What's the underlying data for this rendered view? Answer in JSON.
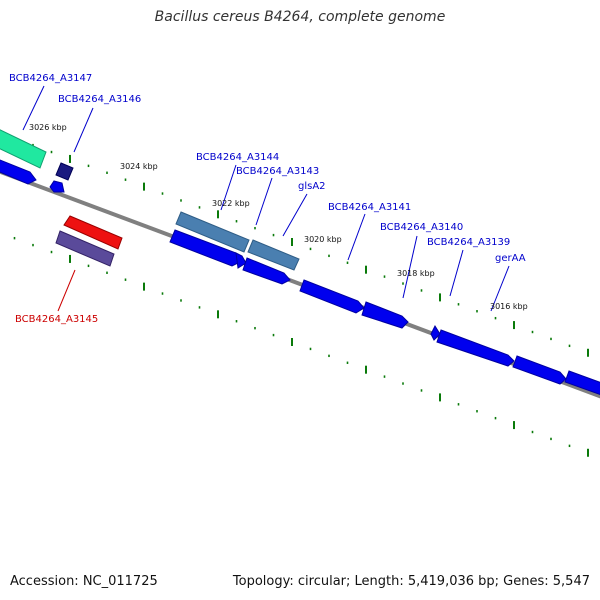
{
  "title": "Bacillus cereus B4264, complete genome",
  "footer": {
    "accession": "Accession: NC_011725",
    "summary": "Topology: circular; Length: 5,419,036 bp; Genes: 5,547"
  },
  "colors": {
    "backbone": "#808080",
    "cds": "#0000ee",
    "label_blue": "#0000cc",
    "label_red": "#cc0000",
    "tick": "#0a7a0a"
  },
  "genes": [
    {
      "name": "BCB4264_A3147",
      "color": "#0000cc"
    },
    {
      "name": "BCB4264_A3146",
      "color": "#0000cc"
    },
    {
      "name": "BCB4264_A3144",
      "color": "#0000cc"
    },
    {
      "name": "BCB4264_A3143",
      "color": "#0000cc"
    },
    {
      "name": "glsA2",
      "color": "#0000cc"
    },
    {
      "name": "BCB4264_A3141",
      "color": "#0000cc"
    },
    {
      "name": "BCB4264_A3140",
      "color": "#0000cc"
    },
    {
      "name": "BCB4264_A3139",
      "color": "#0000cc"
    },
    {
      "name": "gerAA",
      "color": "#0000cc"
    },
    {
      "name": "BCB4264_A3145",
      "color": "#cc0000"
    }
  ],
  "ticks": [
    "3026 kbp",
    "3024 kbp",
    "3022 kbp",
    "3020 kbp",
    "3018 kbp",
    "3016 kbp"
  ]
}
